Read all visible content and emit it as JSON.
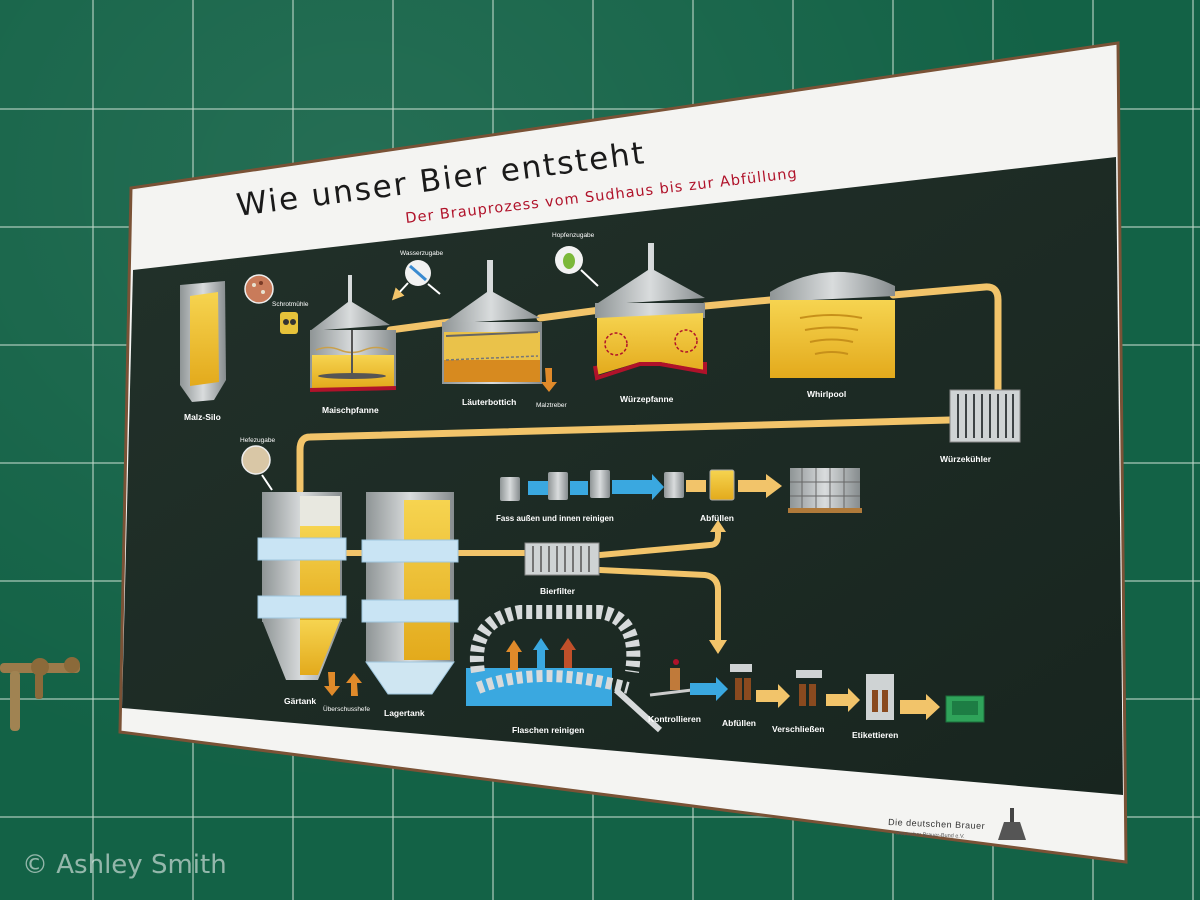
{
  "poster": {
    "title": "Wie unser Bier entsteht",
    "subtitle": "Der Brauprozess vom Sudhaus bis zur Abfüllung",
    "publisher": "Die deutschen Brauer",
    "publisher_small": "Deutscher Brauer-Bund e.V."
  },
  "stations": {
    "malz_silo": "Malz-Silo",
    "schrotmuehle": "Schrotmühle",
    "maischpfanne": "Maischpfanne",
    "wasserzugabe": "Wasserzugabe",
    "laeuterbottich": "Läuterbottich",
    "malztreber": "Malztreber",
    "hopfenzugabe": "Hopfenzugabe",
    "wuerzepfanne": "Würzepfanne",
    "whirlpool": "Whirlpool",
    "wuerzekuehler": "Würzekühler",
    "hefezugabe": "Hefezugabe",
    "gaertank": "Gärtank",
    "ueberschusshefe": "Überschusshefe",
    "lagertank": "Lagertank",
    "bierfilter": "Bierfilter",
    "fass_reinigen": "Fass außen und innen reinigen",
    "abfuellen_fass": "Abfüllen",
    "flaschen_reinigen": "Flaschen reinigen",
    "kontrollieren": "Kontrollieren",
    "abfuellen_flasche": "Abfüllen",
    "verschliessen": "Verschließen",
    "etikettieren": "Etikettieren"
  },
  "credit": "© Ashley Smith",
  "colors": {
    "board": "#1c2b24",
    "pipe": "#f2c46a",
    "beer": "#f0c030",
    "steel": "#aeb3b5",
    "accent_red": "#b0122a",
    "arrow_blue": "#3aa8e0",
    "arrow_orange": "#e08a2a"
  }
}
